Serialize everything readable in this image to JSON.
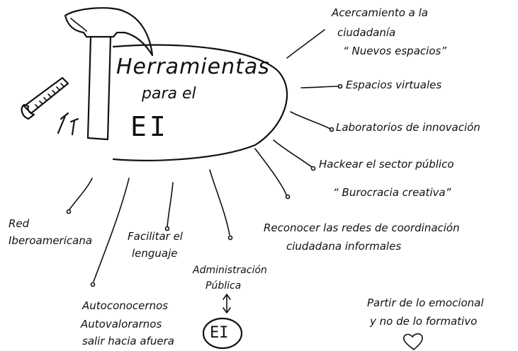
{
  "center": {
    "title_line1": "Herramientas",
    "title_line2": "para el",
    "title_line3": "EI"
  },
  "branches": {
    "acercamiento": {
      "line1": "Acercamiento a la",
      "line2": "ciudadanía",
      "line3": "“ Nuevos espacios”"
    },
    "espacios_virtuales": "Espacios virtuales",
    "laboratorios": "Laboratorios de innovación",
    "hackear": {
      "line1": "Hackear el sector público",
      "line2": "“ Burocracia creativa”"
    },
    "reconocer": {
      "line1": "Reconocer las redes de coordinación",
      "line2": "ciudadana informales"
    },
    "administracion": {
      "line1": "Administración",
      "line2": "Pública"
    },
    "facilitar": {
      "line1": "Facilitar el",
      "line2": "lenguaje"
    },
    "red": {
      "line1": "Red",
      "line2": "Iberoamericana"
    },
    "autoconocernos": {
      "line1": "Autoconocernos",
      "line2": "Autovalorarnos",
      "line3": "salir hacia afuera"
    }
  },
  "ei_circle_label": "EI",
  "note": {
    "line1": "Partir de lo emocional",
    "line2": "y no de lo formativo"
  },
  "icons": [
    "hammer-icon",
    "saw-icon",
    "nails-icon",
    "heart-icon"
  ]
}
